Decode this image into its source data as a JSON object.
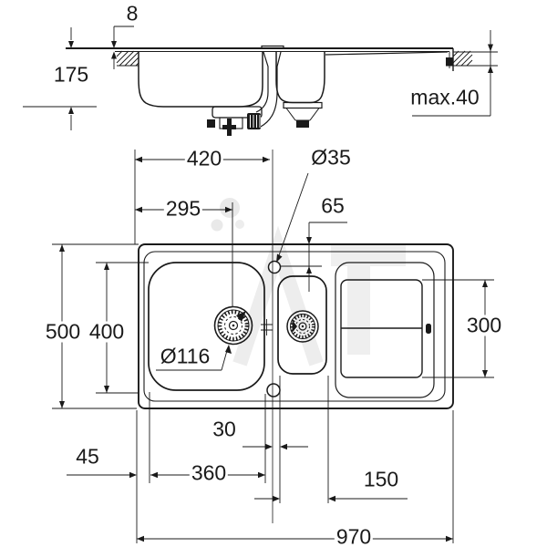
{
  "page": {
    "background": "#ffffff",
    "description": "Technical installation dimension drawing of a kitchen sink with main bowl, half bowl and drainer: front section view on top, plan view below, dimensions in mm."
  },
  "colors": {
    "line": "#1a1a1a",
    "watermark": "#ececec"
  },
  "dimensions": {
    "side_view": {
      "rim_above_counter": "8",
      "bowl_depth": "175",
      "max_counter_thickness": "max.40"
    },
    "plan_view": {
      "left_edge_to_tap_center": "420",
      "tap_hole_diameter": "Ø35",
      "left_edge_to_drain_center": "295",
      "tap_center_offset": "65",
      "overall_depth": "500",
      "bowl_cutout_depth": "400",
      "drain_diameter": "Ø116",
      "drainer_area_depth": "300",
      "center_to_half_bowl": "30",
      "edge_to_bowl": "45",
      "main_bowl_width": "360",
      "half_bowl_width": "150",
      "overall_width": "970"
    }
  }
}
